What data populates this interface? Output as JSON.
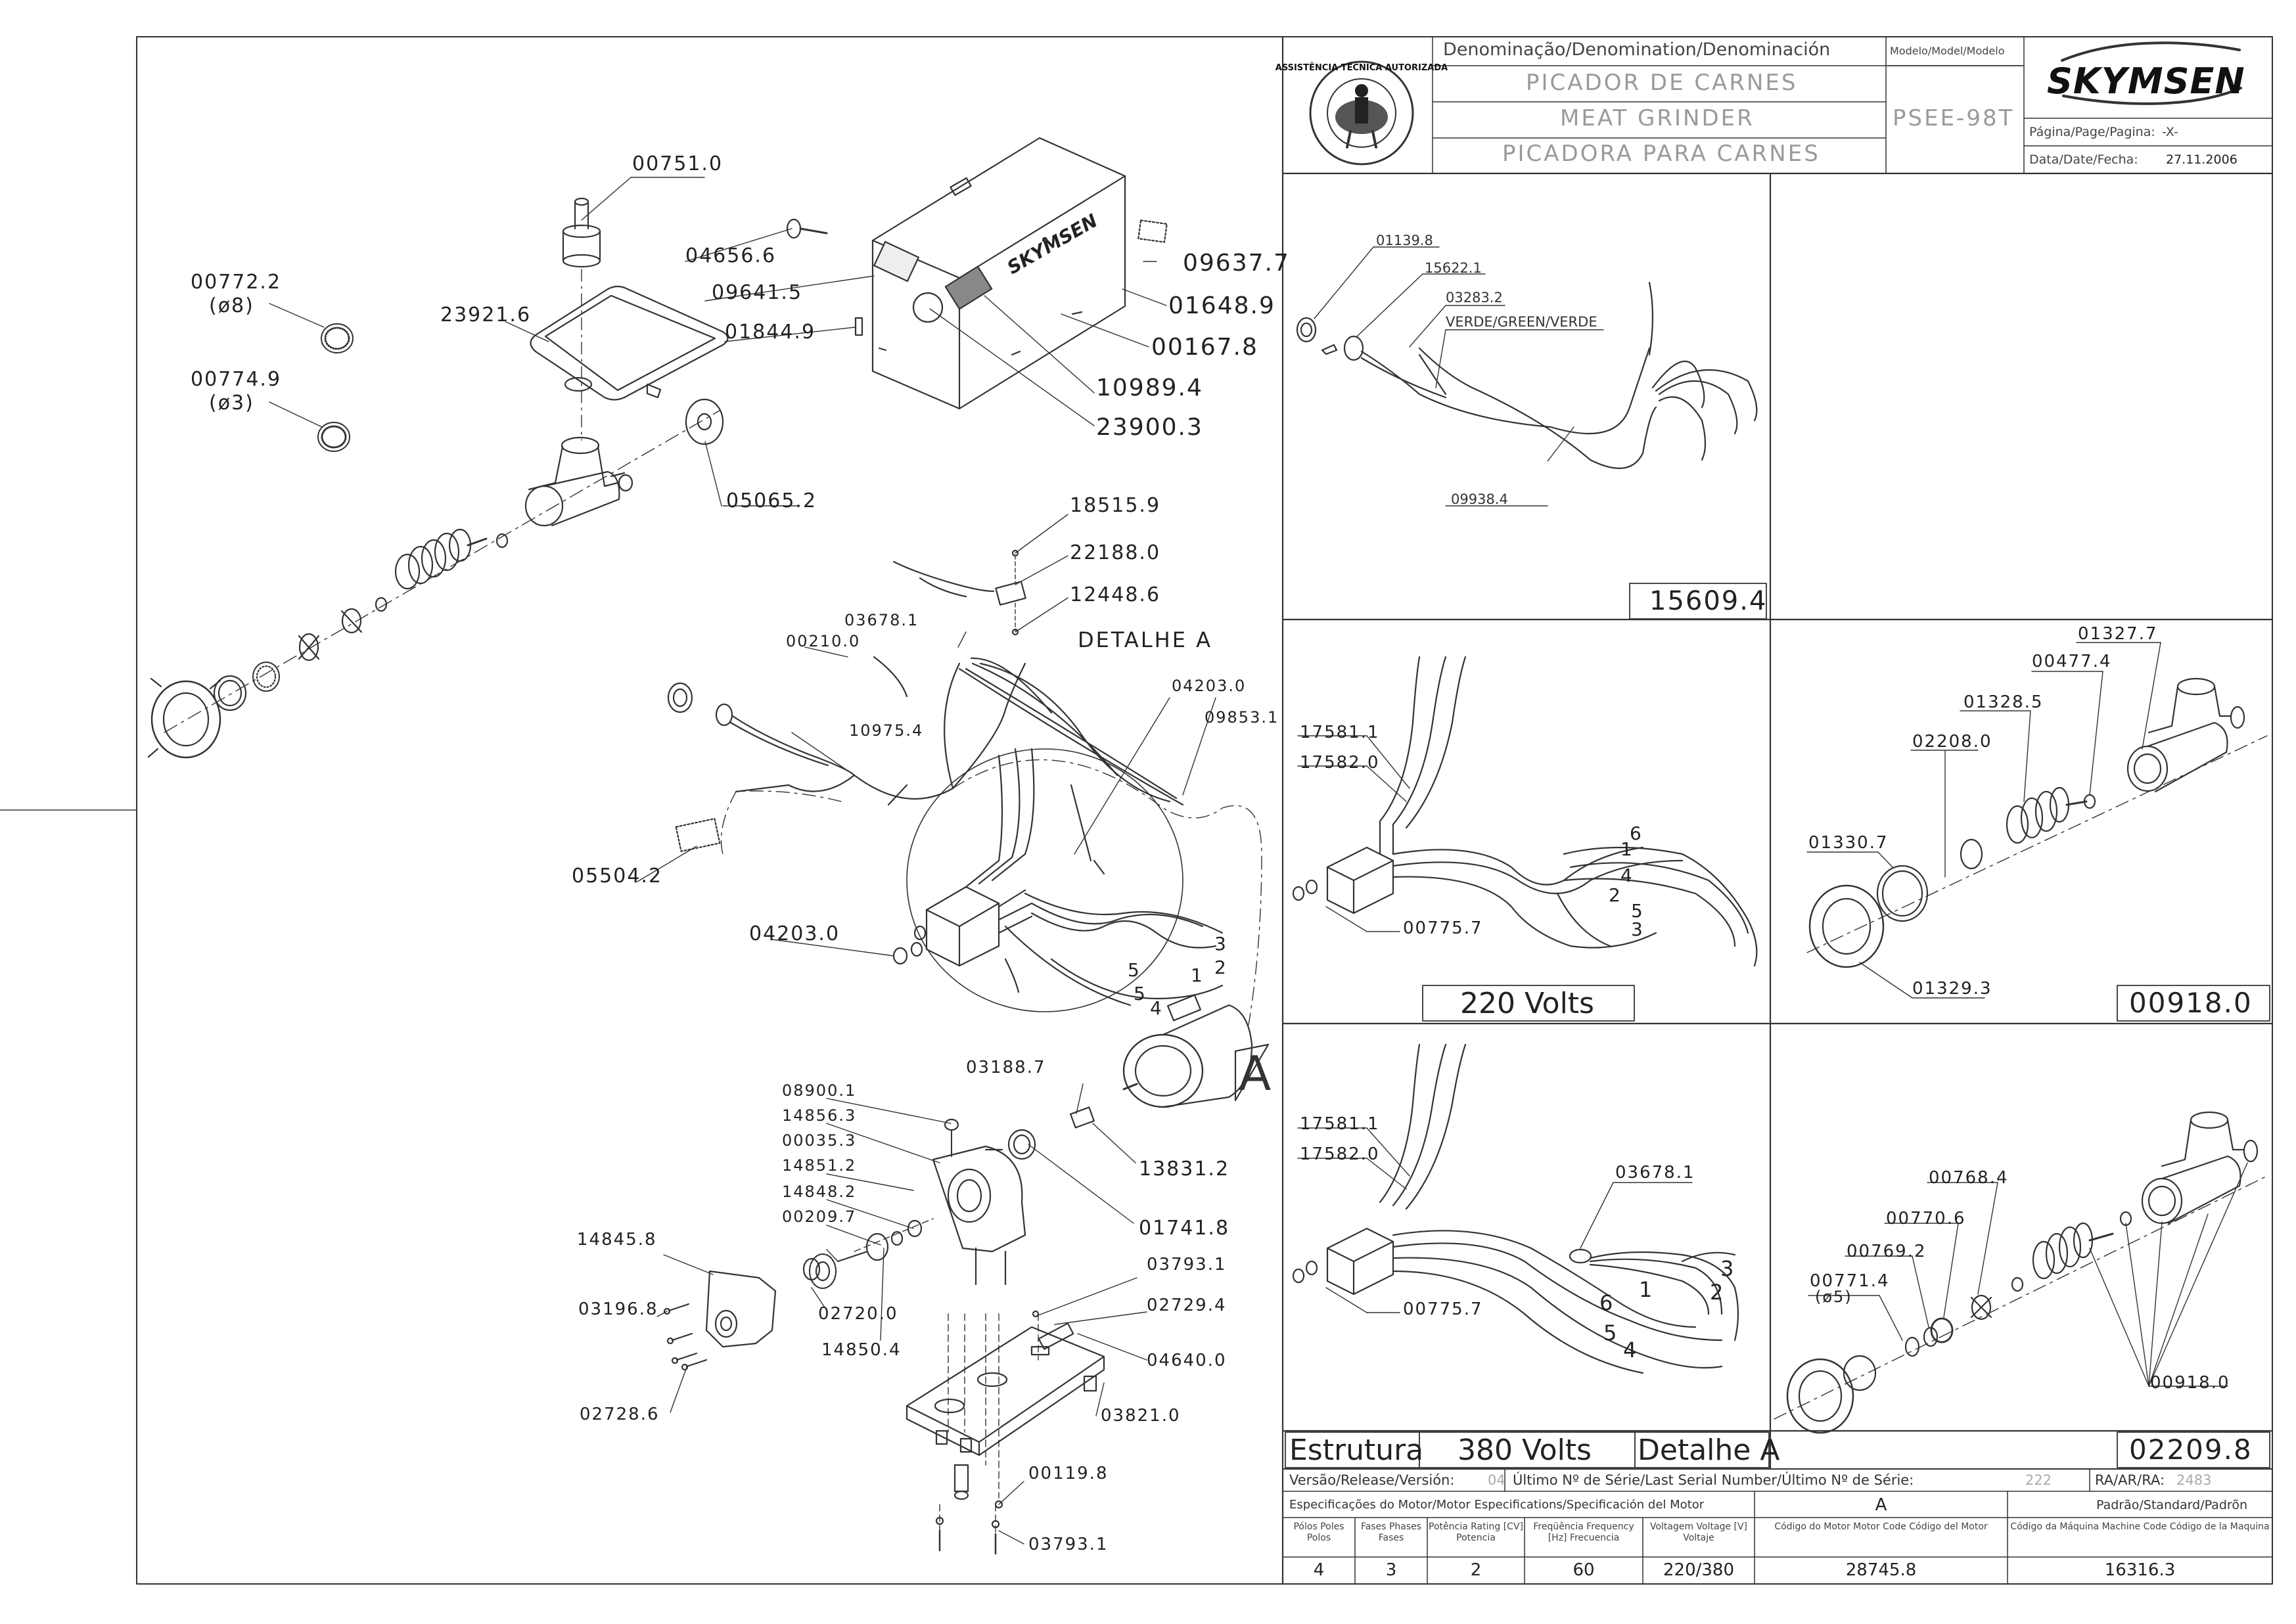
{
  "title_block": {
    "denomination_header": "Denominação/Denomination/Denominación",
    "model_header": "Modelo/Model/Modelo",
    "name_pt": "PICADOR DE CARNES",
    "name_en": "MEAT GRINDER",
    "name_es": "PICADORA  PARA CARNES",
    "model": "PSEE-98T",
    "brand": "SKYMSEN",
    "page_label": "Página/Page/Pagina:",
    "page_value": "-X-",
    "date_label": "Data/Date/Fecha:",
    "date_value": "27.11.2006",
    "seal_text": "ASSISTÊNCIA TÉCNICA AUTORIZADA"
  },
  "main_labels": {
    "detail_a": "DETALHE  A",
    "detail_letter": "A",
    "wire_numbers": [
      "3",
      "2",
      "5",
      "5",
      "1",
      "4"
    ]
  },
  "parts": {
    "p00751_0": "00751.0",
    "p00772_2": "00772.2",
    "p00772_2_sub": "(ø8)",
    "p23921_6": "23921.6",
    "p00774_9": "00774.9",
    "p00774_9_sub": "(ø3)",
    "p04656_6": "04656.6",
    "p09641_5": "09641.5",
    "p01844_9": "01844.9",
    "p09637_7": "09637.7",
    "p01648_9": "01648.9",
    "p00167_8": "00167.8",
    "p10989_4": "10989.4",
    "p23900_3": "23900.3",
    "p05065_2": "05065.2",
    "p18515_9": "18515.9",
    "p22188_0": "22188.0",
    "p12448_6": "12448.6",
    "p03678_1": "03678.1",
    "p00210_0": "00210.0",
    "p04203_0_top": "04203.0",
    "p09853_1": "09853.1",
    "p10975_4": "10975.4",
    "p05504_2": "05504.2",
    "p04203_0": "04203.0",
    "p03188_7": "03188.7",
    "p13831_2": "13831.2",
    "p08900_1": "08900.1",
    "p14856_3": "14856.3",
    "p00035_3": "00035.3",
    "p14851_2": "14851.2",
    "p14848_2": "14848.2",
    "p00209_7": "00209.7",
    "p14845_8": "14845.8",
    "p03196_8": "03196.8",
    "p02720_0": "02720.0",
    "p14850_4": "14850.4",
    "p01741_8": "01741.8",
    "p03793_1": "03793.1",
    "p02729_4": "02729.4",
    "p04640_0": "04640.0",
    "p03821_0": "03821.0",
    "p02728_6": "02728.6",
    "p00119_8": "00119.8",
    "p03793_1_b": "03793.1"
  },
  "panel_wiring": {
    "p01139_8": "01139.8",
    "p15622_1": "15622.1",
    "p03283_2": "03283.2",
    "verde": "VERDE/GREEN/VERDE",
    "p09938_4": "09938.4",
    "code": "15609.4"
  },
  "panel_220": {
    "p17581_1": "17581.1",
    "p17582_0": "17582.0",
    "p00775_7": "00775.7",
    "wires": [
      "6",
      "1",
      "4",
      "2",
      "5",
      "3"
    ],
    "caption": "220  Volts"
  },
  "panel_00918": {
    "p01327_7": "01327.7",
    "p00477_4": "00477.4",
    "p01328_5": "01328.5",
    "p02208_0": "02208.0",
    "p01330_7": "01330.7",
    "p01329_3": "01329.3",
    "code": "00918.0"
  },
  "panel_380": {
    "p17581_1": "17581.1",
    "p17582_0": "17582.0",
    "p03678_1": "03678.1",
    "p00775_7": "00775.7",
    "wires_right": [
      "3",
      "2"
    ],
    "wires_left": [
      "6",
      "1",
      "5",
      "4"
    ],
    "estrutura": "Estrutura",
    "caption": "380  Volts",
    "detalhe": "Detalhe  A"
  },
  "panel_02209": {
    "p00768_4": "00768.4",
    "p00770_6": "00770.6",
    "p00769_2": "00769.2",
    "p00771_4": "00771.4",
    "p00771_4_sub": "(ø5)",
    "p00918_0": "00918.0",
    "code": "02209.8"
  },
  "release": {
    "version_label": "Versão/Release/Versión:",
    "version_value": "04",
    "serial_label": "Último Nº de Série/Last Serial Number/Último Nº de Série:",
    "serial_value": "222",
    "ra_label": "RA/AR/RA:",
    "ra_value": "2483"
  },
  "motor_spec": {
    "title": "Especificações do Motor/Motor Especifications/Specificación del Motor",
    "standard_letter": "A",
    "standard_label": "Padrão/Standard/Padrõn",
    "headers": [
      "Pólos Poles Polos",
      "Fases Phases Fases",
      "Potência Rating [CV] Potencia",
      "Freqüência Frequency [Hz] Frecuencia",
      "Voltagem Voltage [V] Voltaje",
      "Código do Motor Motor Code Código del Motor",
      "Código da Máquina Machine Code Código de la Maquina"
    ],
    "values": [
      "4",
      "3",
      "2",
      "60",
      "220/380",
      "28745.8",
      "16316.3"
    ]
  }
}
